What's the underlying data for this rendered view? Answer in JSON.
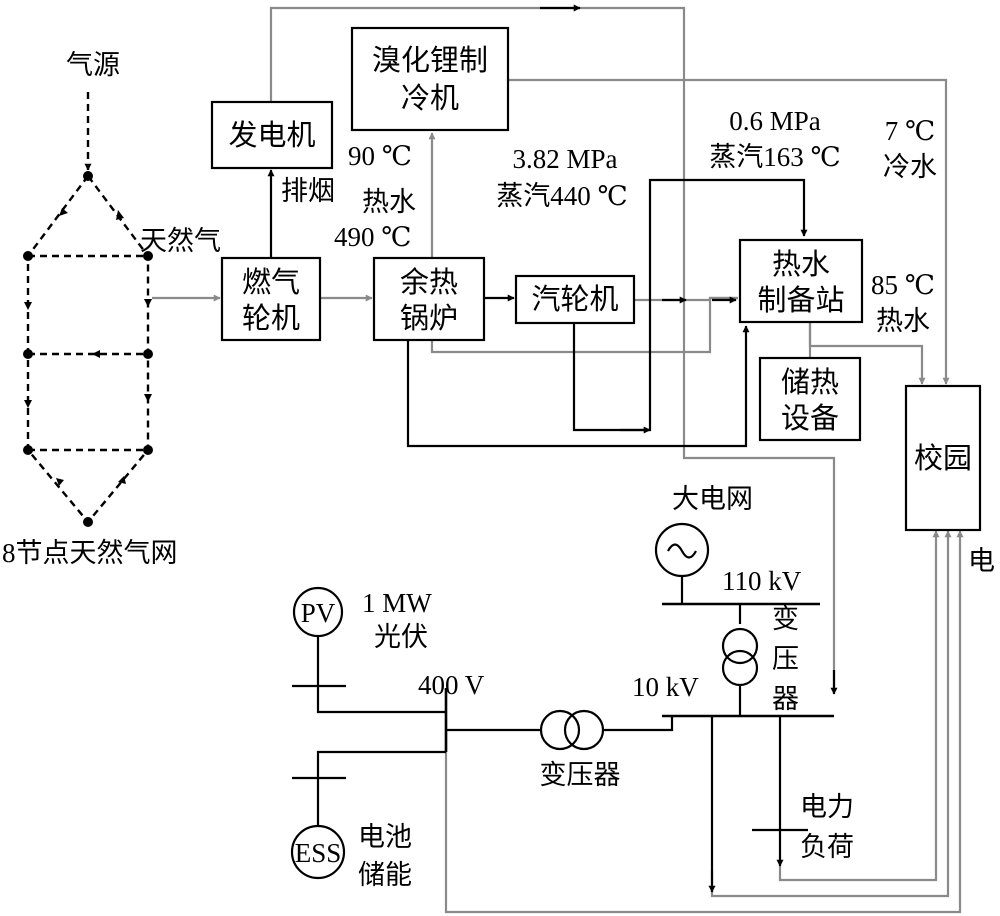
{
  "gas_network": {
    "source_label": "气源",
    "natural_gas_label": "天然气",
    "network_label": "8节点天然气网"
  },
  "blocks": {
    "generator": "发电机",
    "gas_turbine": [
      "燃气",
      "轮机"
    ],
    "lithium_bromide_chiller": [
      "溴化锂制",
      "冷机"
    ],
    "waste_heat_boiler": [
      "余热",
      "锅炉"
    ],
    "steam_turbine": "汽轮机",
    "hot_water_station": [
      "热水",
      "制备站"
    ],
    "heat_storage": [
      "储热",
      "设备"
    ],
    "campus": "校园"
  },
  "annotations": {
    "exhaust": "排烟",
    "hot_water_90": "90 ℃",
    "hot_water_490": [
      "热水",
      "490 ℃"
    ],
    "steam_high": [
      "3.82 MPa",
      "蒸汽440 ℃"
    ],
    "steam_low": [
      "0.6 MPa",
      "蒸汽163 ℃"
    ],
    "chilled_water": [
      "7 ℃",
      "冷水"
    ],
    "hot_water_85": [
      "85 ℃",
      "热水"
    ],
    "electricity": "电"
  },
  "power": {
    "grid_label": "大电网",
    "v110": "110 kV",
    "transformer_main": [
      "变",
      "压",
      "器"
    ],
    "v10": "10 kV",
    "v400": "400 V",
    "transformer_lv": "变压器",
    "pv_symbol": "PV",
    "pv_label": [
      "1 MW",
      "光伏"
    ],
    "ess_symbol": "ESS",
    "ess_label": [
      "电池",
      "储能"
    ],
    "load_label": [
      "电力",
      "负荷"
    ]
  },
  "colors": {
    "primary_line": "#000000",
    "secondary_line": "#8a8a8a"
  }
}
